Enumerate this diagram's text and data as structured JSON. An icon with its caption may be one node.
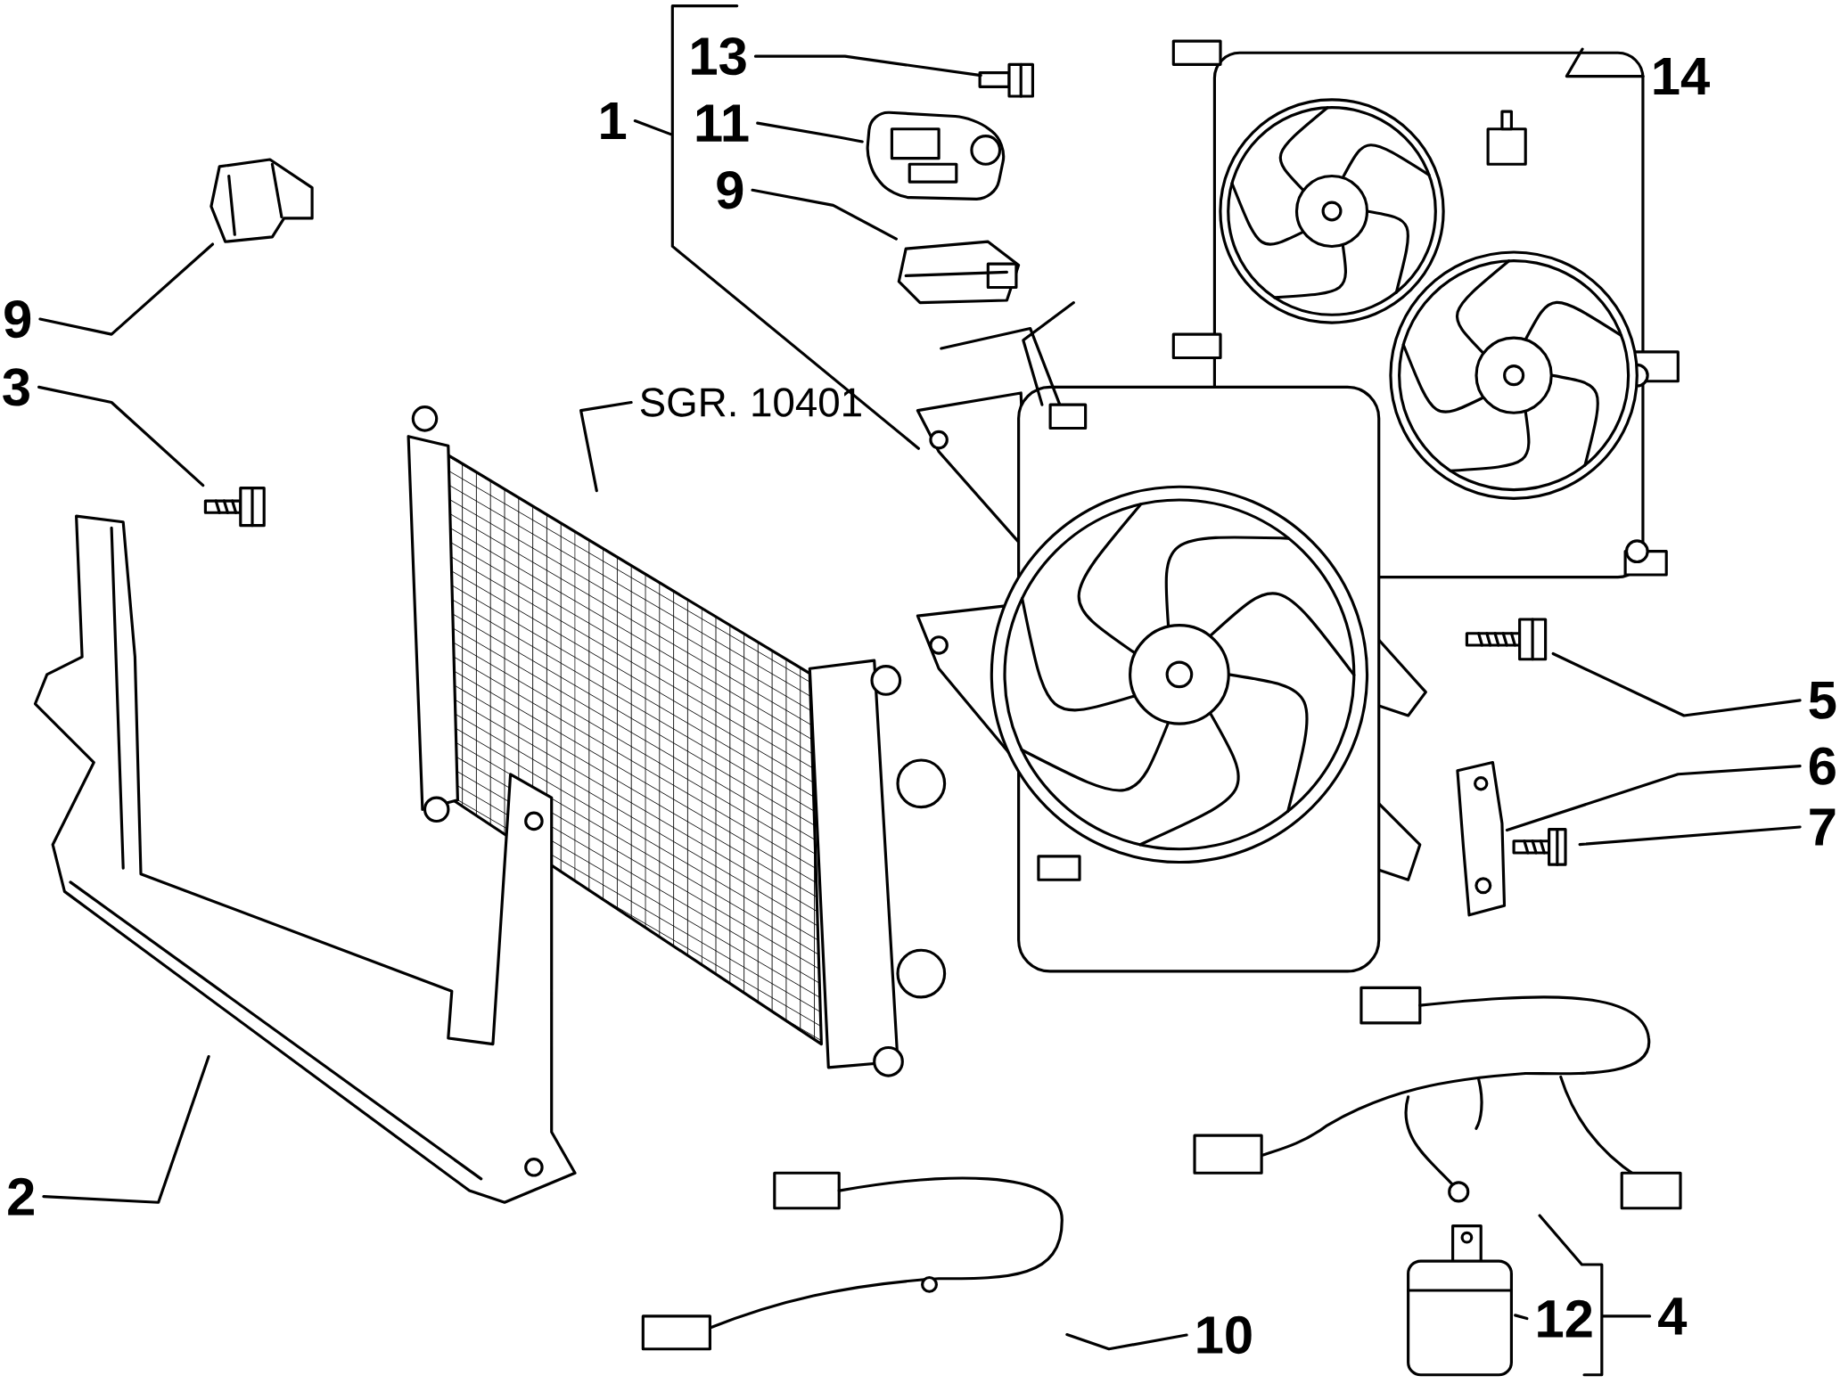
{
  "diagram": {
    "nodes": [
      {
        "text": [
          "13"
        ]
      },
      {
        "text": [],
        "shape": "picture"
      },
      {
        "text": [
          "11"
        ]
      },
      {
        "text": [],
        "shape": "picture"
      },
      {
        "text": [
          "1"
        ]
      },
      {
        "text": [
          "9"
        ]
      },
      {
        "text": [],
        "shape": "picture"
      },
      {
        "text": [
          "14"
        ]
      },
      {
        "text": [],
        "shape": "picture"
      },
      {
        "text": [
          "9"
        ]
      },
      {
        "text": [],
        "shape": "picture"
      },
      {
        "text": [
          "3"
        ]
      },
      {
        "text": [],
        "shape": "picture"
      },
      {
        "text": [
          "SGR. 10401"
        ]
      },
      {
        "text": [],
        "shape": "picture"
      },
      {
        "text": [],
        "shape": "picture"
      },
      {
        "text": [
          "5"
        ]
      },
      {
        "text": [],
        "shape": "picture"
      },
      {
        "text": [
          "6"
        ]
      },
      {
        "text": [],
        "shape": "picture"
      },
      {
        "text": [
          "7"
        ]
      },
      {
        "text": [],
        "shape": "picture"
      },
      {
        "text": [],
        "shape": "picture"
      },
      {
        "text": [],
        "shape": "picture"
      },
      {
        "text": [
          "2"
        ]
      },
      {
        "text": [],
        "shape": "picture"
      },
      {
        "text": [],
        "shape": "picture"
      },
      {
        "text": [
          "10"
        ]
      },
      {
        "text": [
          "12"
        ]
      },
      {
        "text": [
          "4"
        ]
      }
    ],
    "edges": [
      {
        "from": 0,
        "to": 1,
        "arrow": "none"
      },
      {
        "from": 2,
        "to": 3,
        "arrow": "none"
      },
      {
        "from": 5,
        "to": 6,
        "arrow": "none"
      },
      {
        "from": 4,
        "to": 15,
        "arrow": "none"
      },
      {
        "from": 7,
        "to": 8,
        "arrow": "none"
      },
      {
        "from": 9,
        "to": 10,
        "arrow": "none"
      },
      {
        "from": 11,
        "to": 12,
        "arrow": "none"
      },
      {
        "from": 13,
        "to": 14,
        "arrow": "none"
      },
      {
        "from": 16,
        "to": 17,
        "arrow": "none"
      },
      {
        "from": 18,
        "to": 19,
        "arrow": "none"
      },
      {
        "from": 20,
        "to": 21,
        "arrow": "none"
      },
      {
        "from": 24,
        "to": 22,
        "arrow": "none"
      },
      {
        "from": 27,
        "to": 25,
        "arrow": "none"
      },
      {
        "from": 28,
        "to": 26,
        "arrow": "none"
      },
      {
        "from": 29,
        "to": 23,
        "arrow": "none"
      }
    ]
  }
}
